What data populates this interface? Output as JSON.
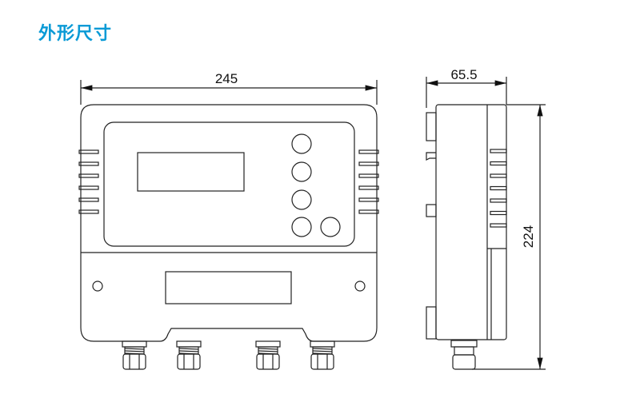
{
  "title": "外形尺寸",
  "dimensions": {
    "width": "245",
    "depth": "65.5",
    "height": "224"
  },
  "colors": {
    "title": "#0a9ad6",
    "line": "#222222"
  }
}
